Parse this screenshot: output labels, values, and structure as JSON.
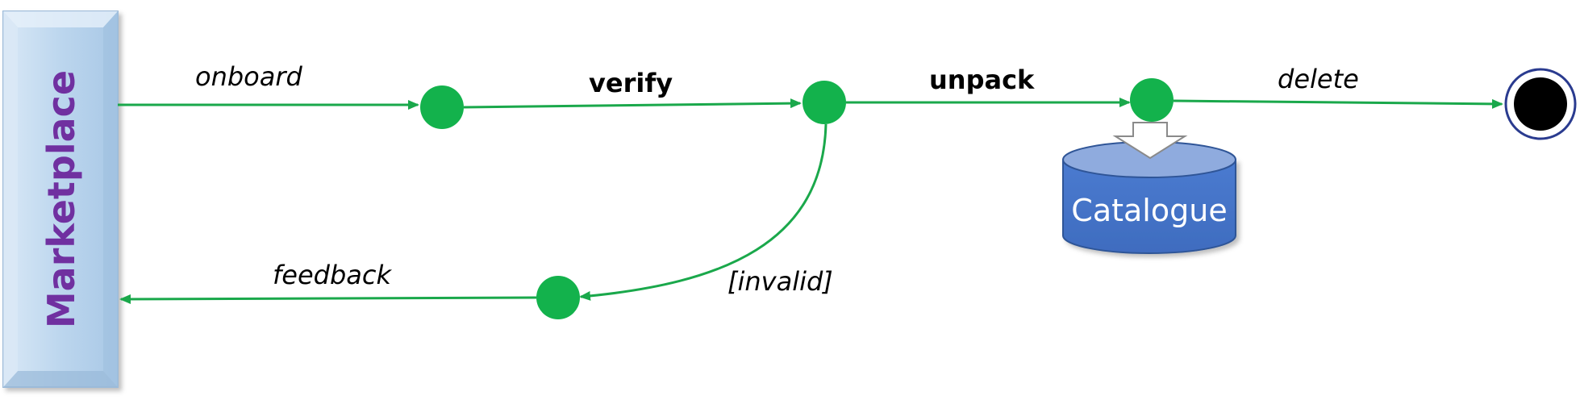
{
  "swimlane": {
    "label": "Marketplace",
    "text_color": "#7030a0",
    "fill": "#bdd7ee"
  },
  "flow_color": "#1aa84b",
  "edges": {
    "onboard": "onboard",
    "verify": "verify",
    "unpack": "unpack",
    "delete": "delete",
    "invalid": "[invalid]",
    "feedback": "feedback"
  },
  "datastore": {
    "label": "Catalogue",
    "fill": "#4472c4"
  }
}
